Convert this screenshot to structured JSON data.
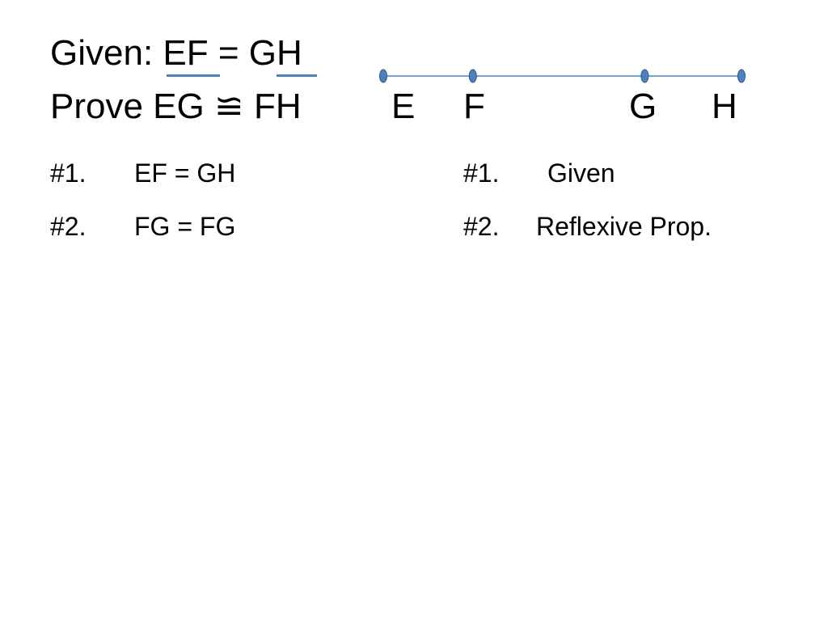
{
  "title": {
    "given": "Given: EF = GH",
    "prove": "Prove EG ≌ FH"
  },
  "segment_diagram": {
    "points": [
      {
        "label": "E",
        "position": 0.0
      },
      {
        "label": "F",
        "position": 0.25
      },
      {
        "label": "G",
        "position": 0.73
      },
      {
        "label": "H",
        "position": 1.0
      }
    ],
    "line_color": "#4f81bd",
    "point_color": "#4f81bd"
  },
  "proof": {
    "statements": [
      {
        "num": "#1.",
        "text": "EF = GH"
      },
      {
        "num": "#2.",
        "text": "FG = FG"
      }
    ],
    "reasons": [
      {
        "num": "#1.",
        "text": "Given"
      },
      {
        "num": "#2.",
        "text": "Reflexive Prop."
      }
    ]
  },
  "colors": {
    "accent": "#4f81bd",
    "text": "#000000",
    "background": "#ffffff"
  }
}
